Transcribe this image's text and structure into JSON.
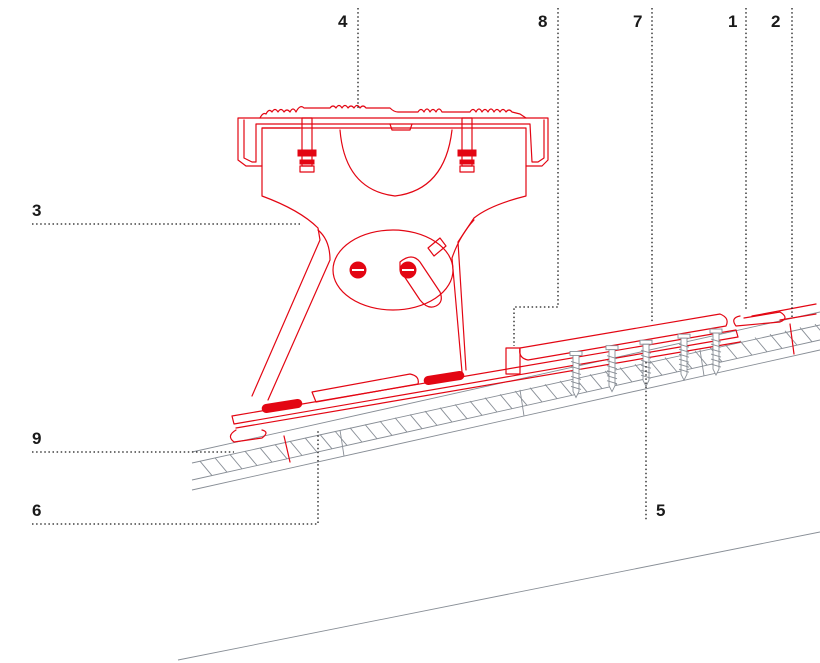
{
  "callouts": [
    {
      "id": "1",
      "label": "1"
    },
    {
      "id": "2",
      "label": "2"
    },
    {
      "id": "3",
      "label": "3"
    },
    {
      "id": "4",
      "label": "4"
    },
    {
      "id": "5",
      "label": "5"
    },
    {
      "id": "6",
      "label": "6"
    },
    {
      "id": "7",
      "label": "7"
    },
    {
      "id": "8",
      "label": "8"
    },
    {
      "id": "9",
      "label": "9"
    }
  ],
  "colors": {
    "accent": "#e30613",
    "roof_line": "#888e96",
    "label": "#1a1a1a",
    "background": "#ffffff"
  }
}
